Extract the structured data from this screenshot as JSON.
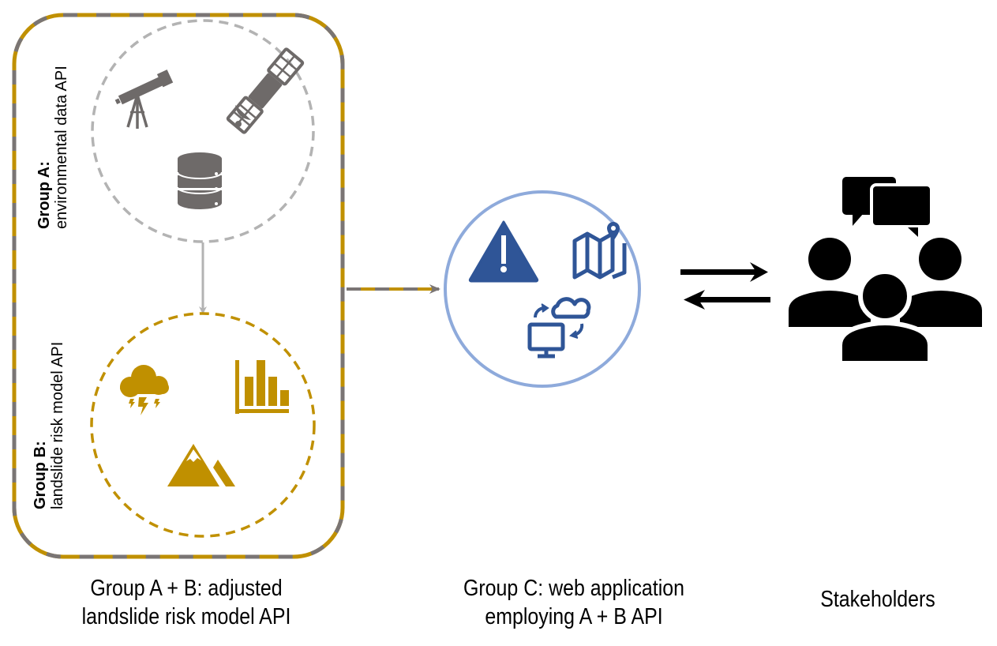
{
  "colors": {
    "gold": "#c09000",
    "dash_gray": "#7a7574",
    "icon_gray": "#6e6a69",
    "circle_gray": "#b3b3b3",
    "blue": "#2f5597",
    "light_blue": "#8eaadb",
    "black": "#000000"
  },
  "group_ab": {
    "caption_line1": "Group A + B: adjusted",
    "caption_line2": "landslide risk model API"
  },
  "group_a": {
    "label_bold": "Group A:",
    "label": "environmental data API",
    "icons": [
      "telescope-icon",
      "satellite-icon",
      "database-icon"
    ]
  },
  "group_b": {
    "label_bold": "Group B:",
    "label": "landslide risk model API",
    "icons": [
      "storm-cloud-icon",
      "bar-chart-icon",
      "mountain-icon"
    ]
  },
  "group_c": {
    "caption_line1": "Group C: web application",
    "caption_line2": "employing A + B API",
    "icons": [
      "warning-icon",
      "map-pin-icon",
      "cloud-sync-computer-icon"
    ]
  },
  "stakeholders": {
    "caption": "Stakeholders",
    "icons": [
      "chat-bubbles-icon",
      "people-group-icon"
    ]
  },
  "connections": [
    {
      "from": "group_a",
      "to": "group_b",
      "style": "solid-gray-arrow"
    },
    {
      "from": "group_ab",
      "to": "group_c",
      "style": "dashed-gold-gray-arrow"
    },
    {
      "from": "group_c",
      "to": "stakeholders",
      "style": "bidirectional-black-arrows"
    }
  ]
}
